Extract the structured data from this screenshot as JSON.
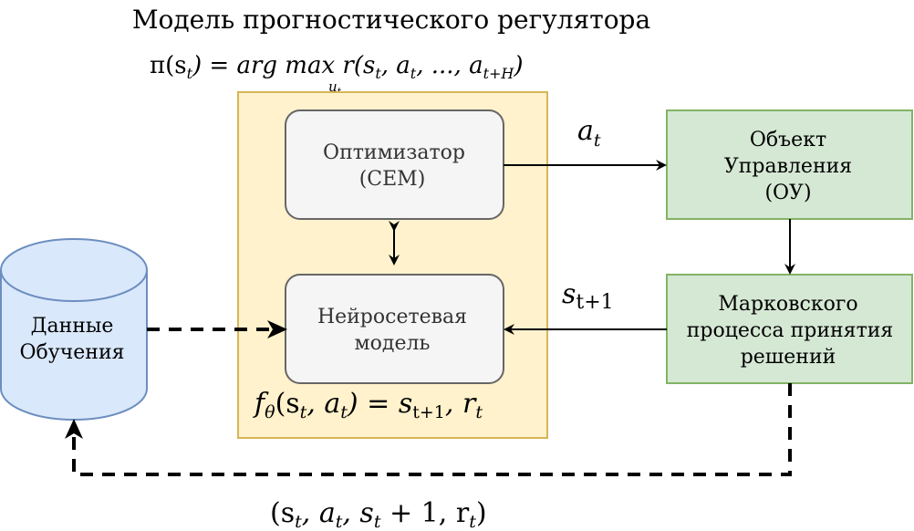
{
  "title": "Модель прогностического регулятора",
  "policy_formula": {
    "lhs": "π(s",
    "lhs_sub": "t",
    "mid": ") = arg max r(s",
    "s_sub": "t",
    "sep1": ", a",
    "a_sub": "t",
    "sep2": ", ..., a",
    "aH_sub": "t+H",
    "close": ")",
    "argmax_sub": "u",
    "argmax_sub_sub": "t"
  },
  "nodes": {
    "optimizer": {
      "line1": "Оптимизатор",
      "line2": "(CEM)"
    },
    "neural_model": {
      "line1": "Нейросетевая",
      "line2": "модель"
    },
    "control_object": {
      "line1": "Объект",
      "line2": "Управления",
      "line3": "(ОУ)"
    },
    "mdp": {
      "line1": "Марковского",
      "line2": "процесса принятия",
      "line3": "решений"
    },
    "training_data": {
      "line1": "Данные",
      "line2": "Обучения"
    }
  },
  "labels": {
    "action": {
      "base": "a",
      "sub": "t"
    },
    "next_state": {
      "base": "s",
      "sub": "t+1"
    },
    "model_formula": "f",
    "model_theta": "θ",
    "model_args": "(s",
    "model_args_sub": "t",
    "model_mid": ", a",
    "model_mid_sub": "t",
    "model_eq": ") = s",
    "model_res_sub": "t+1",
    "model_r": ", r",
    "model_r_sub": "t",
    "tuple": "(s",
    "tuple_s_sub": "t",
    "tuple_a": ", a",
    "tuple_a_sub": "t",
    "tuple_rest": ", s",
    "tuple_rest_sub": "t",
    "tuple_plus": " + 1, r",
    "tuple_r_sub": "t",
    "tuple_close": ")"
  },
  "colors": {
    "container_fill": "#fff2cc",
    "container_stroke": "#d6b656",
    "gray_fill": "#f5f5f5",
    "gray_stroke": "#666666",
    "green_fill": "#d5e8d4",
    "green_stroke": "#82b366",
    "blue_fill": "#dae8fc",
    "blue_stroke": "#6c8ebf"
  }
}
